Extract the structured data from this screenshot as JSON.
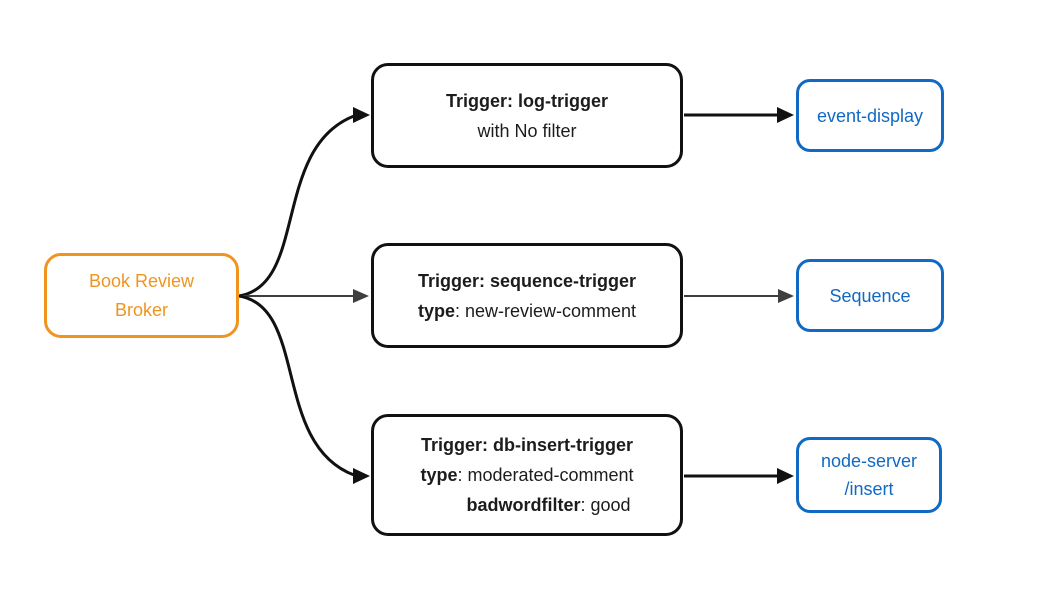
{
  "colors": {
    "broker_orange": "#F0941F",
    "sink_blue": "#1169C4",
    "trigger_black": "#111111",
    "arrow_black": "#111111",
    "arrow_gray": "#3F3F3F",
    "background": "#FFFFFF"
  },
  "broker": {
    "line1": "Book Review",
    "line2": "Broker"
  },
  "triggers": [
    {
      "title": "Trigger: log-trigger",
      "line2_plain": "with No filter"
    },
    {
      "title": "Trigger: sequence-trigger",
      "line2_key": "type",
      "line2_rest": ": new-review-comment"
    },
    {
      "title": "Trigger: db-insert-trigger",
      "line2_key": "type",
      "line2_rest": ": moderated-comment",
      "line3_key": "badwordfilter",
      "line3_rest": ": good"
    }
  ],
  "destinations": [
    {
      "line1": "event-display"
    },
    {
      "line1": "Sequence"
    },
    {
      "line1": "node-server",
      "line2": "/insert"
    }
  ]
}
